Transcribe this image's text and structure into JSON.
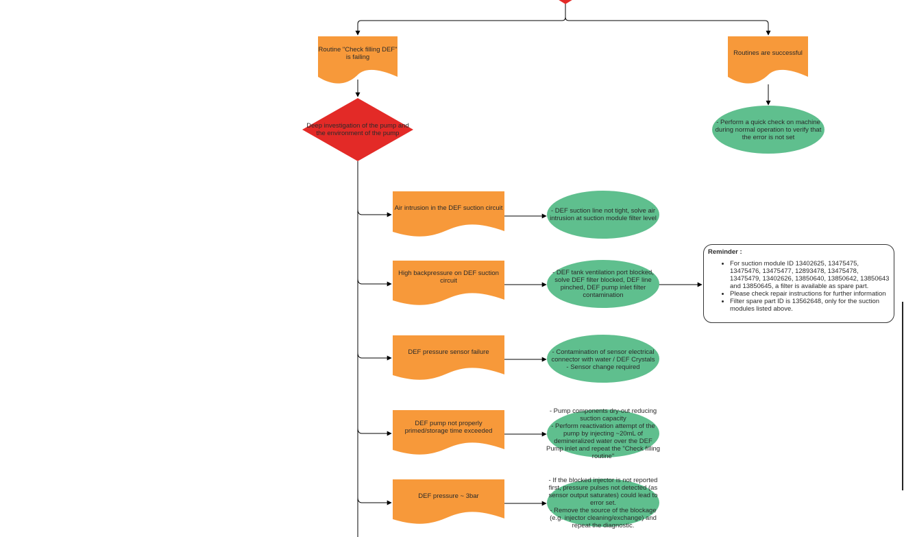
{
  "colors": {
    "decision": "#e32a27",
    "process": "#f7993a",
    "action": "#5fbf8e",
    "connector": "#000000"
  },
  "nodes": {
    "failing": "Routine \"Check filling DEF\" is failing",
    "successful": "Routines are successful",
    "deep_investigation": "Deep investigation of the pump and the environment of the pump",
    "quick_check": "- Perform a quick check on machine during normal operation to verify that the error is not set",
    "air_intrusion": "Air intrusion in the DEF suction circuit",
    "air_intrusion_action": "- DEF suction line not tight, solve air intrusion at suction module filter level",
    "backpressure": "High backpressure on DEF suction circuit",
    "backpressure_action": "- DEF tank ventilation port blocked, solve DEF filter blocked, DEF line pinched, DEF pump inlet filter contamination",
    "sensor_failure": "DEF pressure sensor failure",
    "sensor_action": "- Contamination of sensor electrical connector with water / DEF Crystals\n- Sensor change required",
    "not_primed": "DEF pump not properly primed/storage time exceeded",
    "not_primed_action": "- Pump components dry-out reducing suction capacity\n- Perform reactivation attempt of the pump by injecting ~20mL of demineralized water over the DEF Pump inlet and repeat the \"Check filling routine\"",
    "pressure_3bar": "DEF pressure ~ 3bar",
    "pressure_3bar_action": "- If the blocked injector is not reported first, pressure pulses not detected (as sensor output saturates) could lead to error set.\n- Remove the source of the blockage (e.g. injector cleaning/exchange) and repeat the diagnostic."
  },
  "reminder": {
    "title": "Reminder :",
    "items": [
      "For suction module ID 13402625, 13475475, 13475476, 13475477, 12893478, 13475478, 13475479, 13402626, 13850640, 13850642, 13850643 and 13850645, a filter is available as spare part.",
      "Please check repair instructions for further information",
      "Filter spare part ID is 13562648, only for the suction modules listed above."
    ]
  }
}
